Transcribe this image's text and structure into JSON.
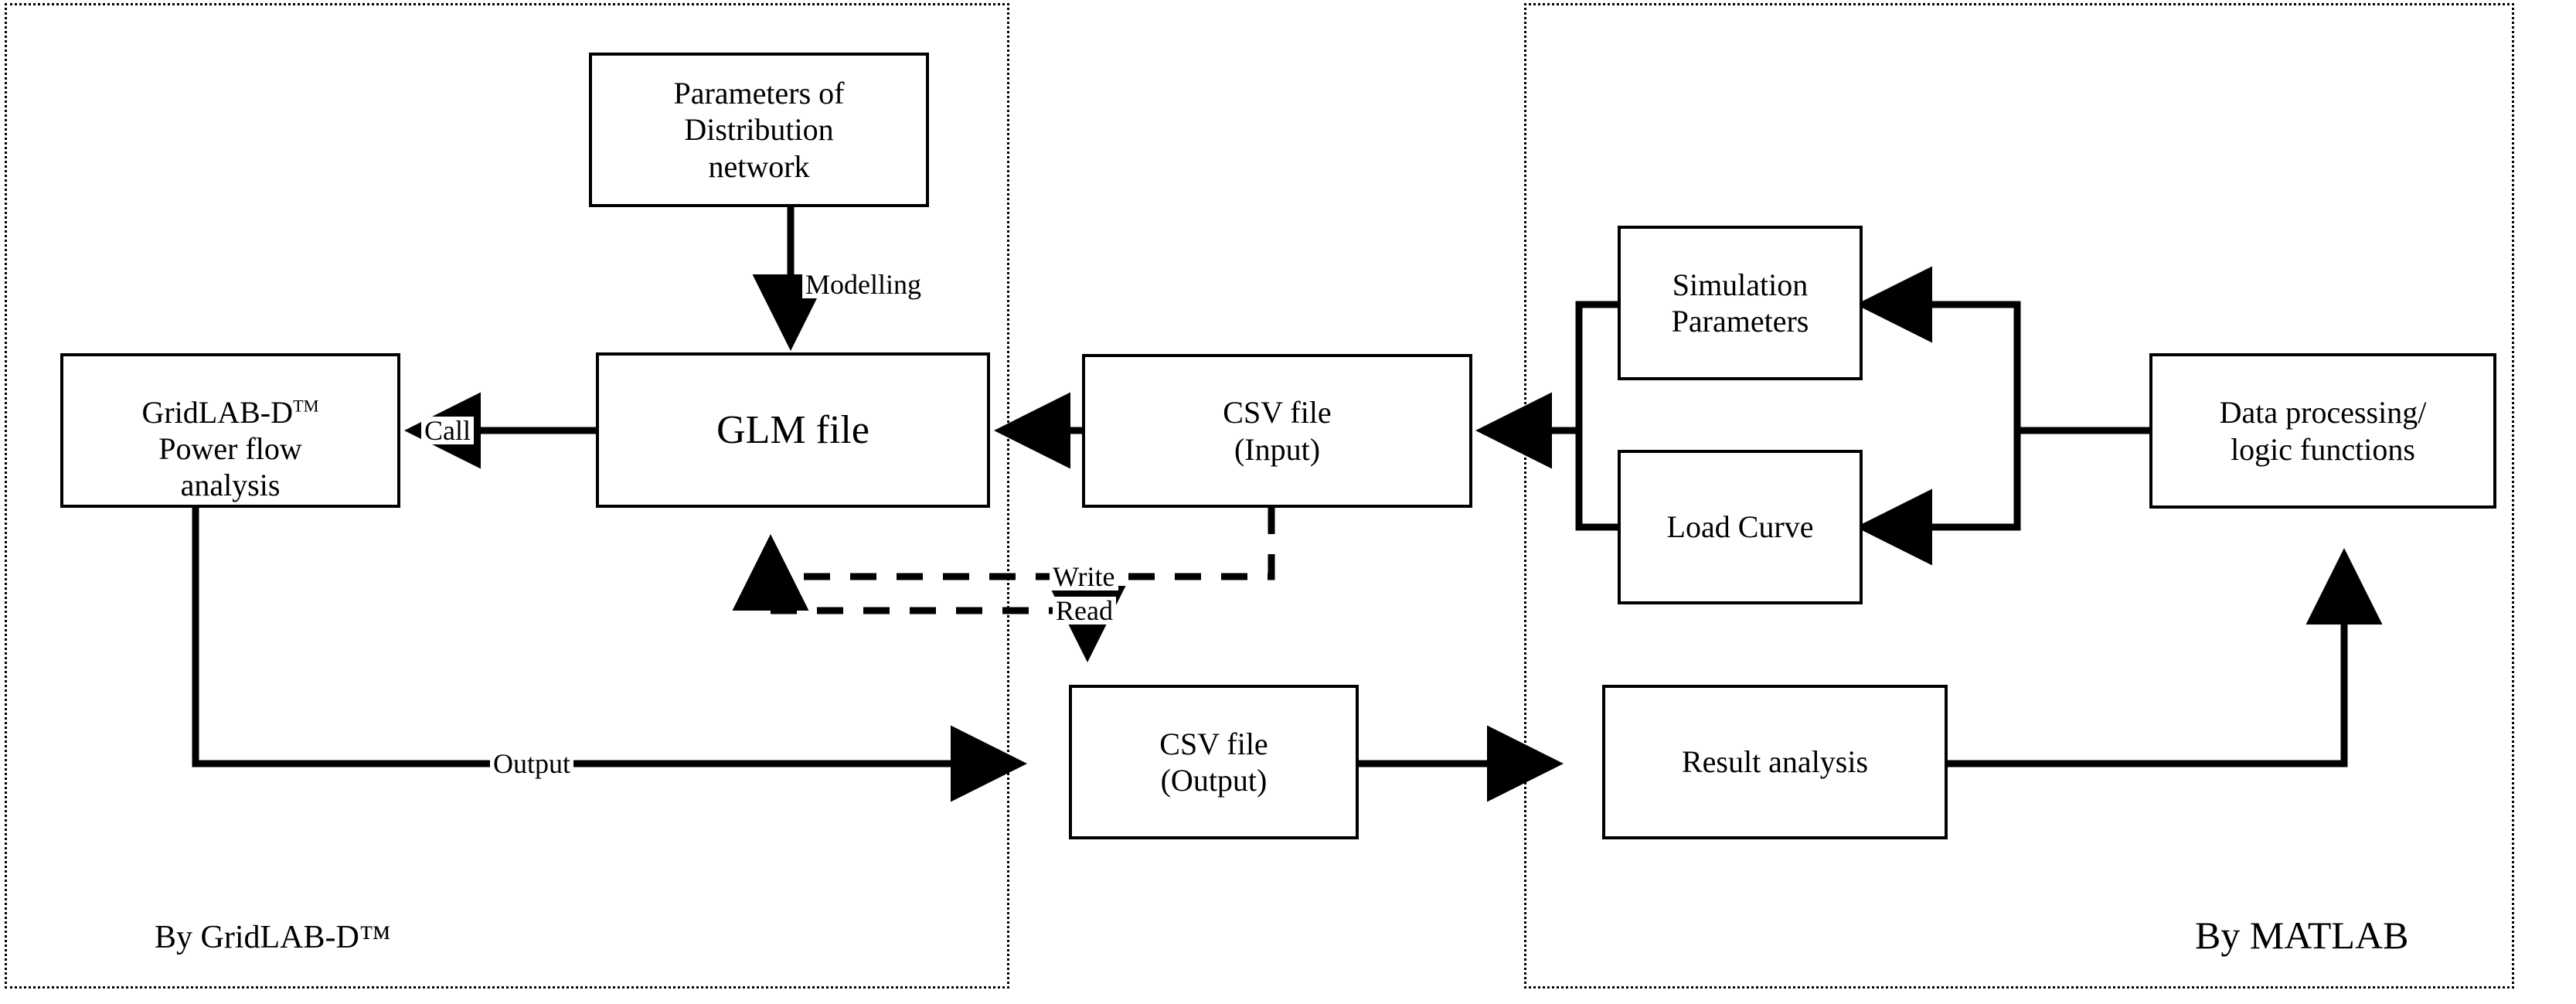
{
  "diagram": {
    "title_left_panel": "By GridLAB-D™",
    "title_right_panel": "By MATLAB",
    "nodes": {
      "parameters_distribution": "Parameters of\nDistribution\nnetwork",
      "gridlabd_powerflow_line1": "GridLAB-D",
      "gridlabd_powerflow_rest": "\nPower flow\nanalysis",
      "glm_file": "GLM file",
      "csv_input": "CSV file\n(Input)",
      "csv_output": "CSV file\n(Output)",
      "simulation_parameters": "Simulation\nParameters",
      "load_curve": "Load Curve",
      "result_analysis": "Result analysis",
      "data_processing": "Data processing/\nlogic functions"
    },
    "edge_labels": {
      "modelling": "Modelling",
      "call": "Call",
      "write": "Write",
      "read": "Read",
      "output": "Output"
    },
    "colors": {
      "stroke": "#000000",
      "background": "#ffffff",
      "panel_border": "#000000"
    }
  }
}
